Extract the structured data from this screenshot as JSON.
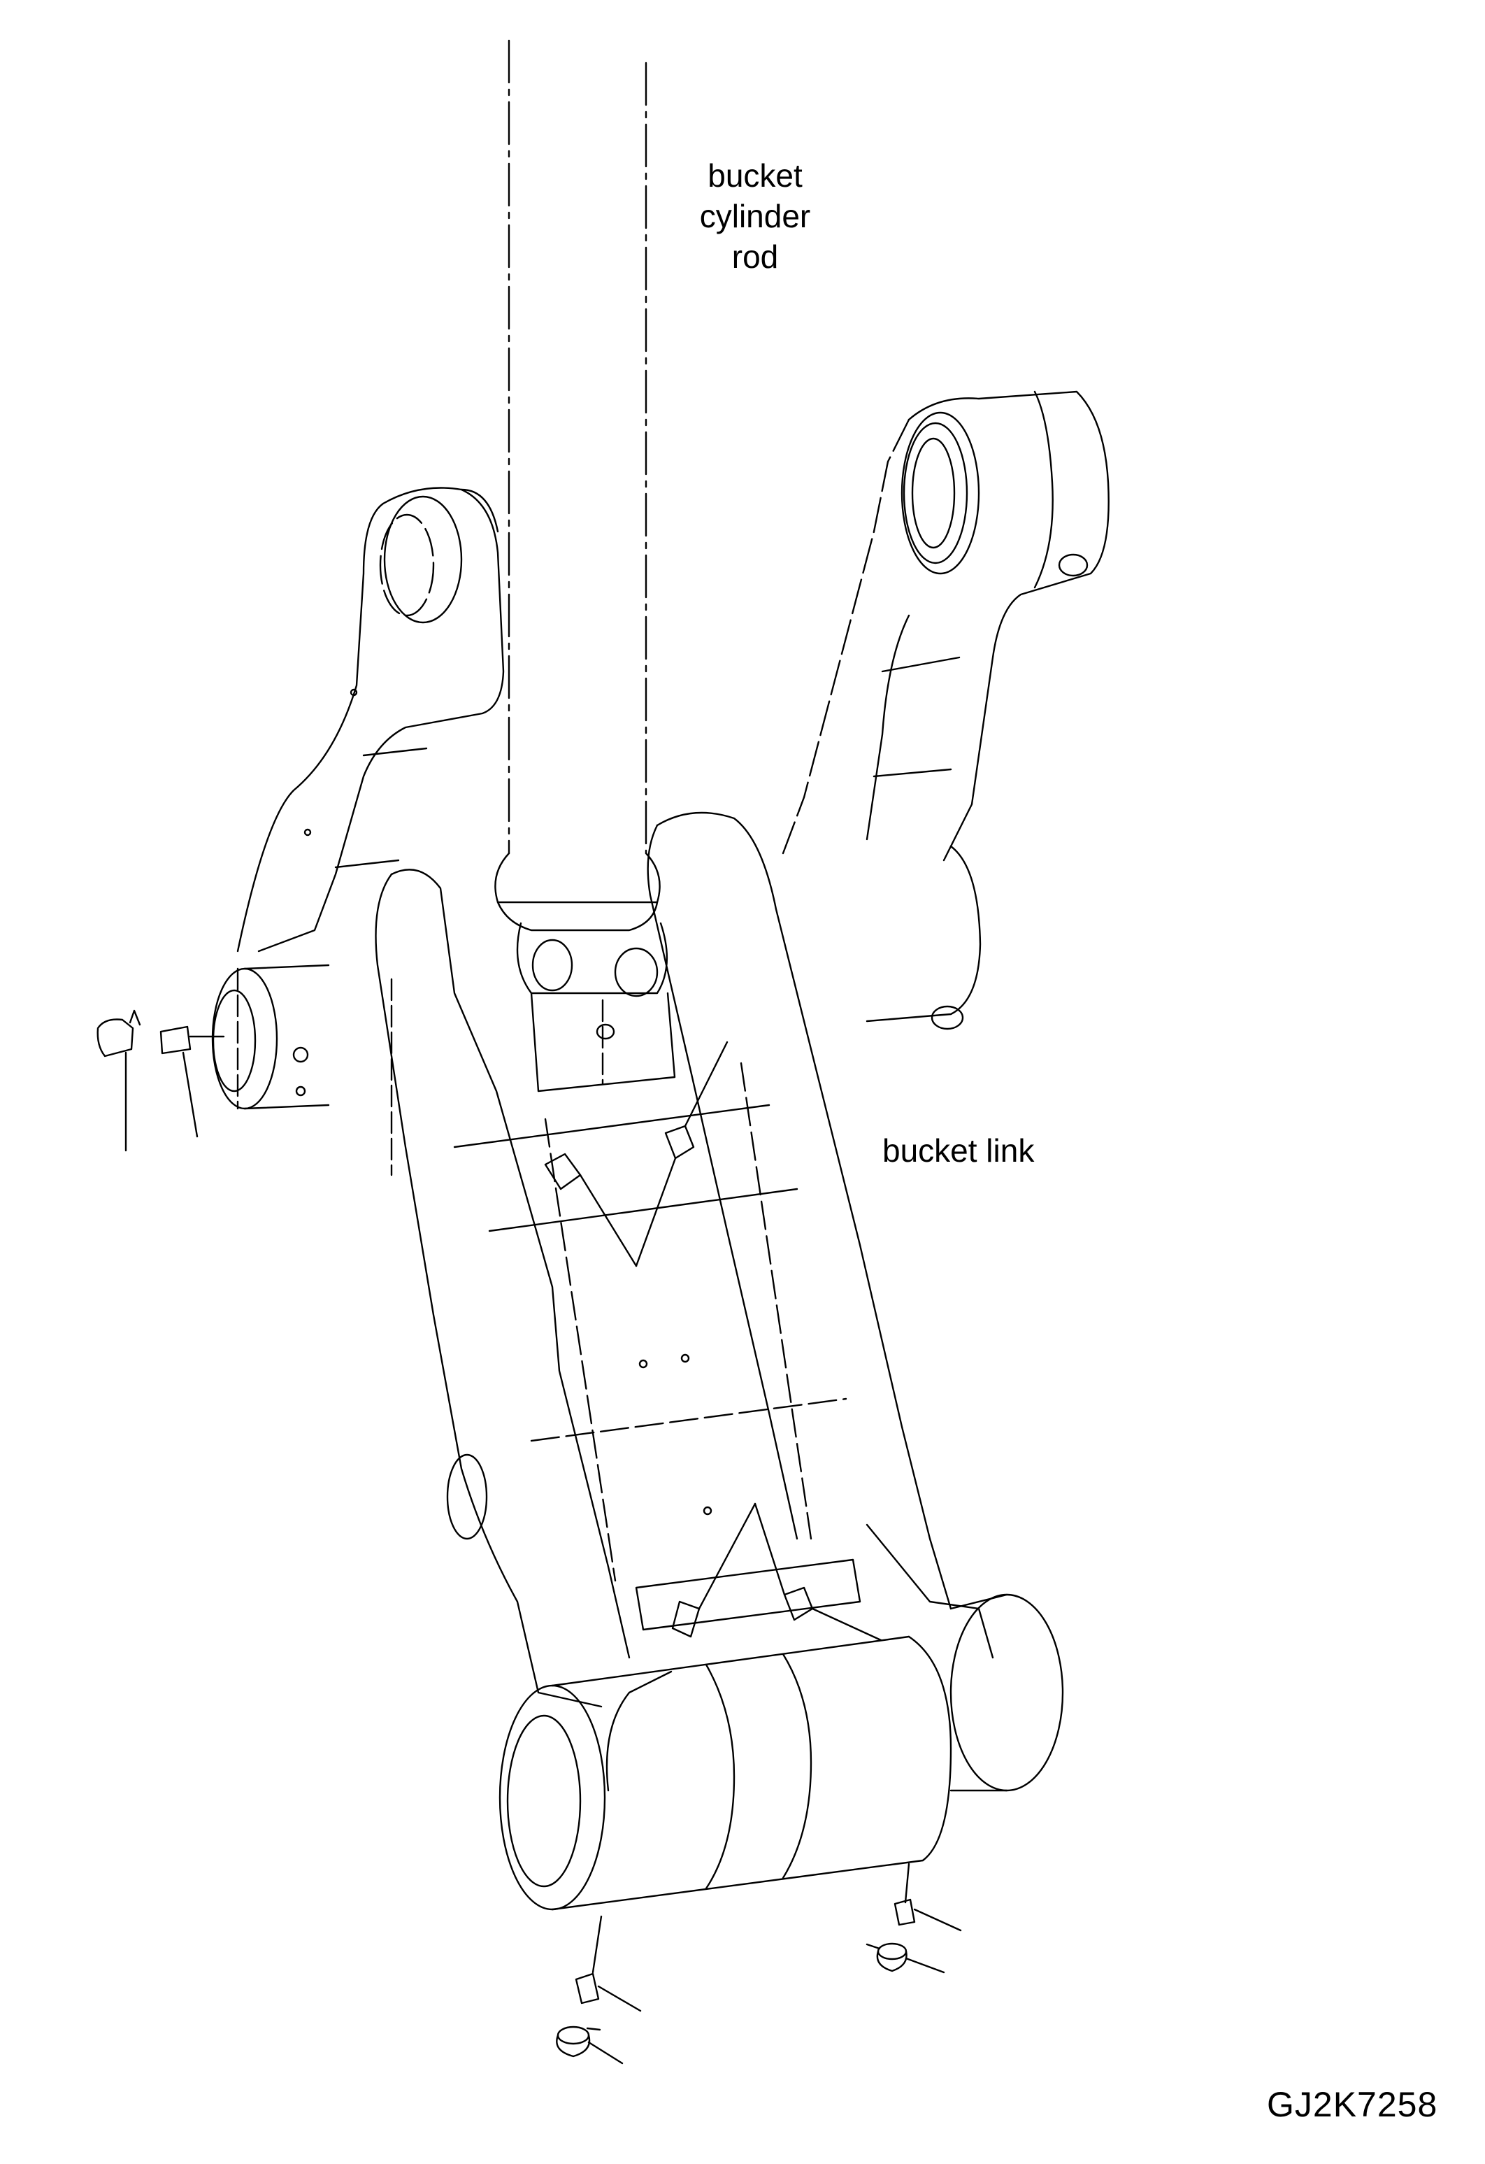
{
  "labels": {
    "rod_line1": "bucket",
    "rod_line2": "cylinder",
    "rod_line3": "rod",
    "link": "bucket link",
    "drawing_code": "GJ2K7258"
  },
  "parts": [
    {
      "name": "grease-nipple",
      "location": "upper-left pin"
    },
    {
      "name": "dust-cap",
      "location": "upper-left pin"
    },
    {
      "name": "bushing",
      "location": "center",
      "count": 4
    },
    {
      "name": "grease-nipple",
      "location": "lower-left pin"
    },
    {
      "name": "dust-cap",
      "location": "lower-left pin"
    },
    {
      "name": "grease-nipple",
      "location": "lower-right pin"
    },
    {
      "name": "dust-cap",
      "location": "lower-right pin"
    }
  ],
  "colors": {
    "line": "#000000",
    "background": "#ffffff"
  }
}
